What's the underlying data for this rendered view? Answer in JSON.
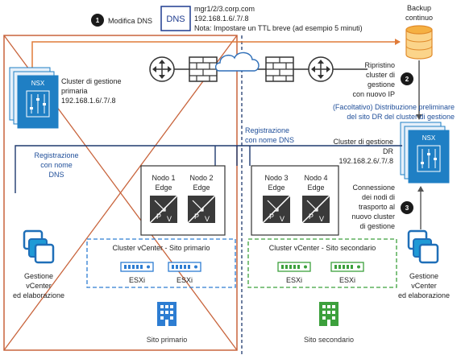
{
  "step1": {
    "number": "1",
    "label": "Modifica DNS"
  },
  "dns_box": {
    "label": "DNS"
  },
  "dns_note": {
    "lines": [
      "mgr1/2/3.corp.com",
      "192.168.1.6/.7/.8",
      "Nota: Impostare un TTL breve (ad esempio 5 minuti)"
    ]
  },
  "backup": {
    "lines": [
      "Backup",
      "continuo"
    ]
  },
  "step2": {
    "number": "2",
    "lines": [
      "Ripristino",
      "cluster di",
      "gestione",
      "con nuovo IP"
    ]
  },
  "optional_note": {
    "lines": [
      "(Facoltativo) Distribuzione preliminare",
      "del sito DR del cluster di gestione"
    ]
  },
  "primary_cluster": {
    "nsx_label": "NSX",
    "lines": [
      "Cluster di gestione",
      "primaria",
      "192.168.1.6/.7/.8"
    ]
  },
  "dr_cluster": {
    "nsx_label": "NSX",
    "lines": [
      "Cluster di gestione",
      "DR",
      "192.168.2.6/.7/.8"
    ]
  },
  "dns_registration_center": {
    "lines": [
      "Registrazione",
      "con nome DNS"
    ]
  },
  "dns_registration_left": {
    "lines": [
      "Registrazione",
      "con nome",
      "DNS"
    ]
  },
  "step3": {
    "number": "3",
    "lines": [
      "Connessione",
      "dei nodi di",
      "trasporto al",
      "nuovo cluster",
      "di gestione"
    ]
  },
  "edge_nodes": [
    {
      "lines": [
        "Nodo 1",
        "Edge"
      ]
    },
    {
      "lines": [
        "Nodo 2",
        "Edge"
      ]
    },
    {
      "lines": [
        "Nodo 3",
        "Edge"
      ]
    },
    {
      "lines": [
        "Nodo 4",
        "Edge"
      ]
    }
  ],
  "edge_glyphs": {
    "p": "P",
    "v": "V"
  },
  "primary_vcenter_cluster": {
    "title": "Cluster vCenter - Sito primario",
    "hosts": [
      "ESXi",
      "ESXi"
    ]
  },
  "secondary_vcenter_cluster": {
    "title": "Cluster vCenter - Sito secondario",
    "hosts": [
      "ESXi",
      "ESXi"
    ]
  },
  "vcenter_left": {
    "lines": [
      "Gestione",
      "vCenter",
      "ed elaborazione"
    ]
  },
  "vcenter_right": {
    "lines": [
      "Gestione",
      "vCenter",
      "ed elaborazione"
    ]
  },
  "site_primary": {
    "label": "Sito primario"
  },
  "site_secondary": {
    "label": "Sito secondario"
  },
  "colors": {
    "orange": "#e07b39",
    "dark_orange_cross": "#c8643c",
    "navy": "#1f3a6e",
    "nsx_blue": "#1f7fc4",
    "esxi_blue": "#2d7dd2",
    "esxi_green": "#3ca03c",
    "building_green": "#3ca03c",
    "db_orange": "#f5b042"
  }
}
